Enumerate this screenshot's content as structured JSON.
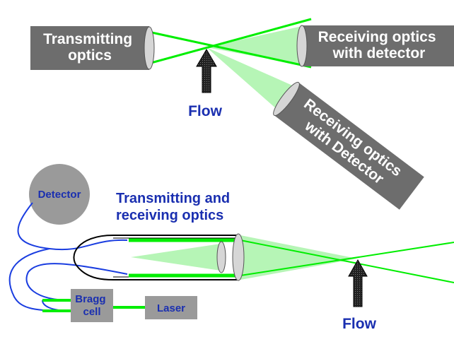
{
  "top_setup": {
    "transmitting_box": {
      "lines": [
        "Transmitting",
        "optics"
      ]
    },
    "receiving_box_right": {
      "lines": [
        "Receiving optics",
        "with detector"
      ]
    },
    "receiving_box_angled": {
      "lines": [
        "Receiving optics",
        "with Detector"
      ]
    },
    "flow_label": "Flow"
  },
  "bottom_setup": {
    "detector_label": "Detector",
    "optics_caption": {
      "lines": [
        "Transmitting and",
        "receiving optics"
      ]
    },
    "bragg_label": {
      "lines": [
        "Bragg",
        "cell"
      ]
    },
    "laser_label": "Laser",
    "flow_label": "Flow"
  },
  "colors": {
    "box_gray": "#6d6d6d",
    "circle_gray": "#9a9a9a",
    "beam_green": "#00ee00",
    "cone_green": "#b6f5b6",
    "cable_blue": "#1a3de0",
    "caption_blue": "#1a2fb0",
    "arrow_black": "#111111"
  },
  "icons": [
    "lens-icon",
    "flow-arrow-icon",
    "fiber-cable-icon"
  ]
}
